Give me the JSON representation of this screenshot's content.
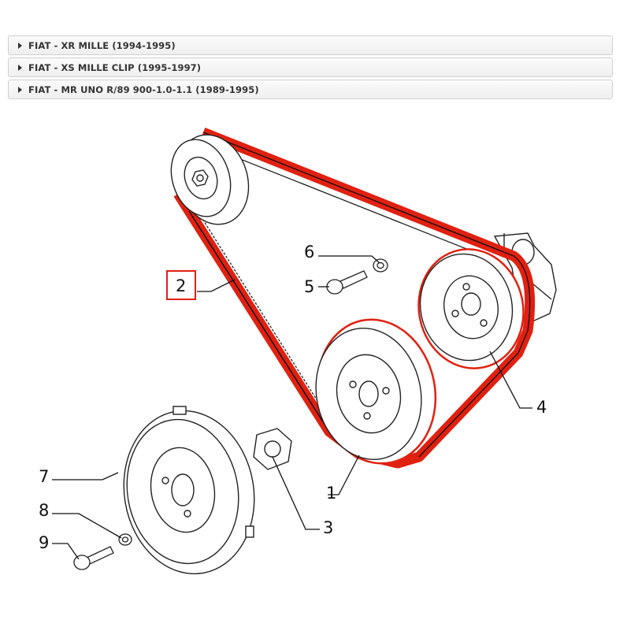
{
  "accordion": {
    "items": [
      {
        "label": "FIAT - XR MILLE (1994-1995)"
      },
      {
        "label": "FIAT - XS MILLE CLIP (1995-1997)"
      },
      {
        "label": "FIAT - MR UNO R/89 900-1.0-1.1 (1989-1995)"
      }
    ]
  },
  "diagram": {
    "highlight_color": "#e02010",
    "highlighted_part": "2",
    "callouts": {
      "c1": "1",
      "c2": "2",
      "c3": "3",
      "c4": "4",
      "c5": "5",
      "c6": "6",
      "c7": "7",
      "c8": "8",
      "c9": "9"
    }
  }
}
